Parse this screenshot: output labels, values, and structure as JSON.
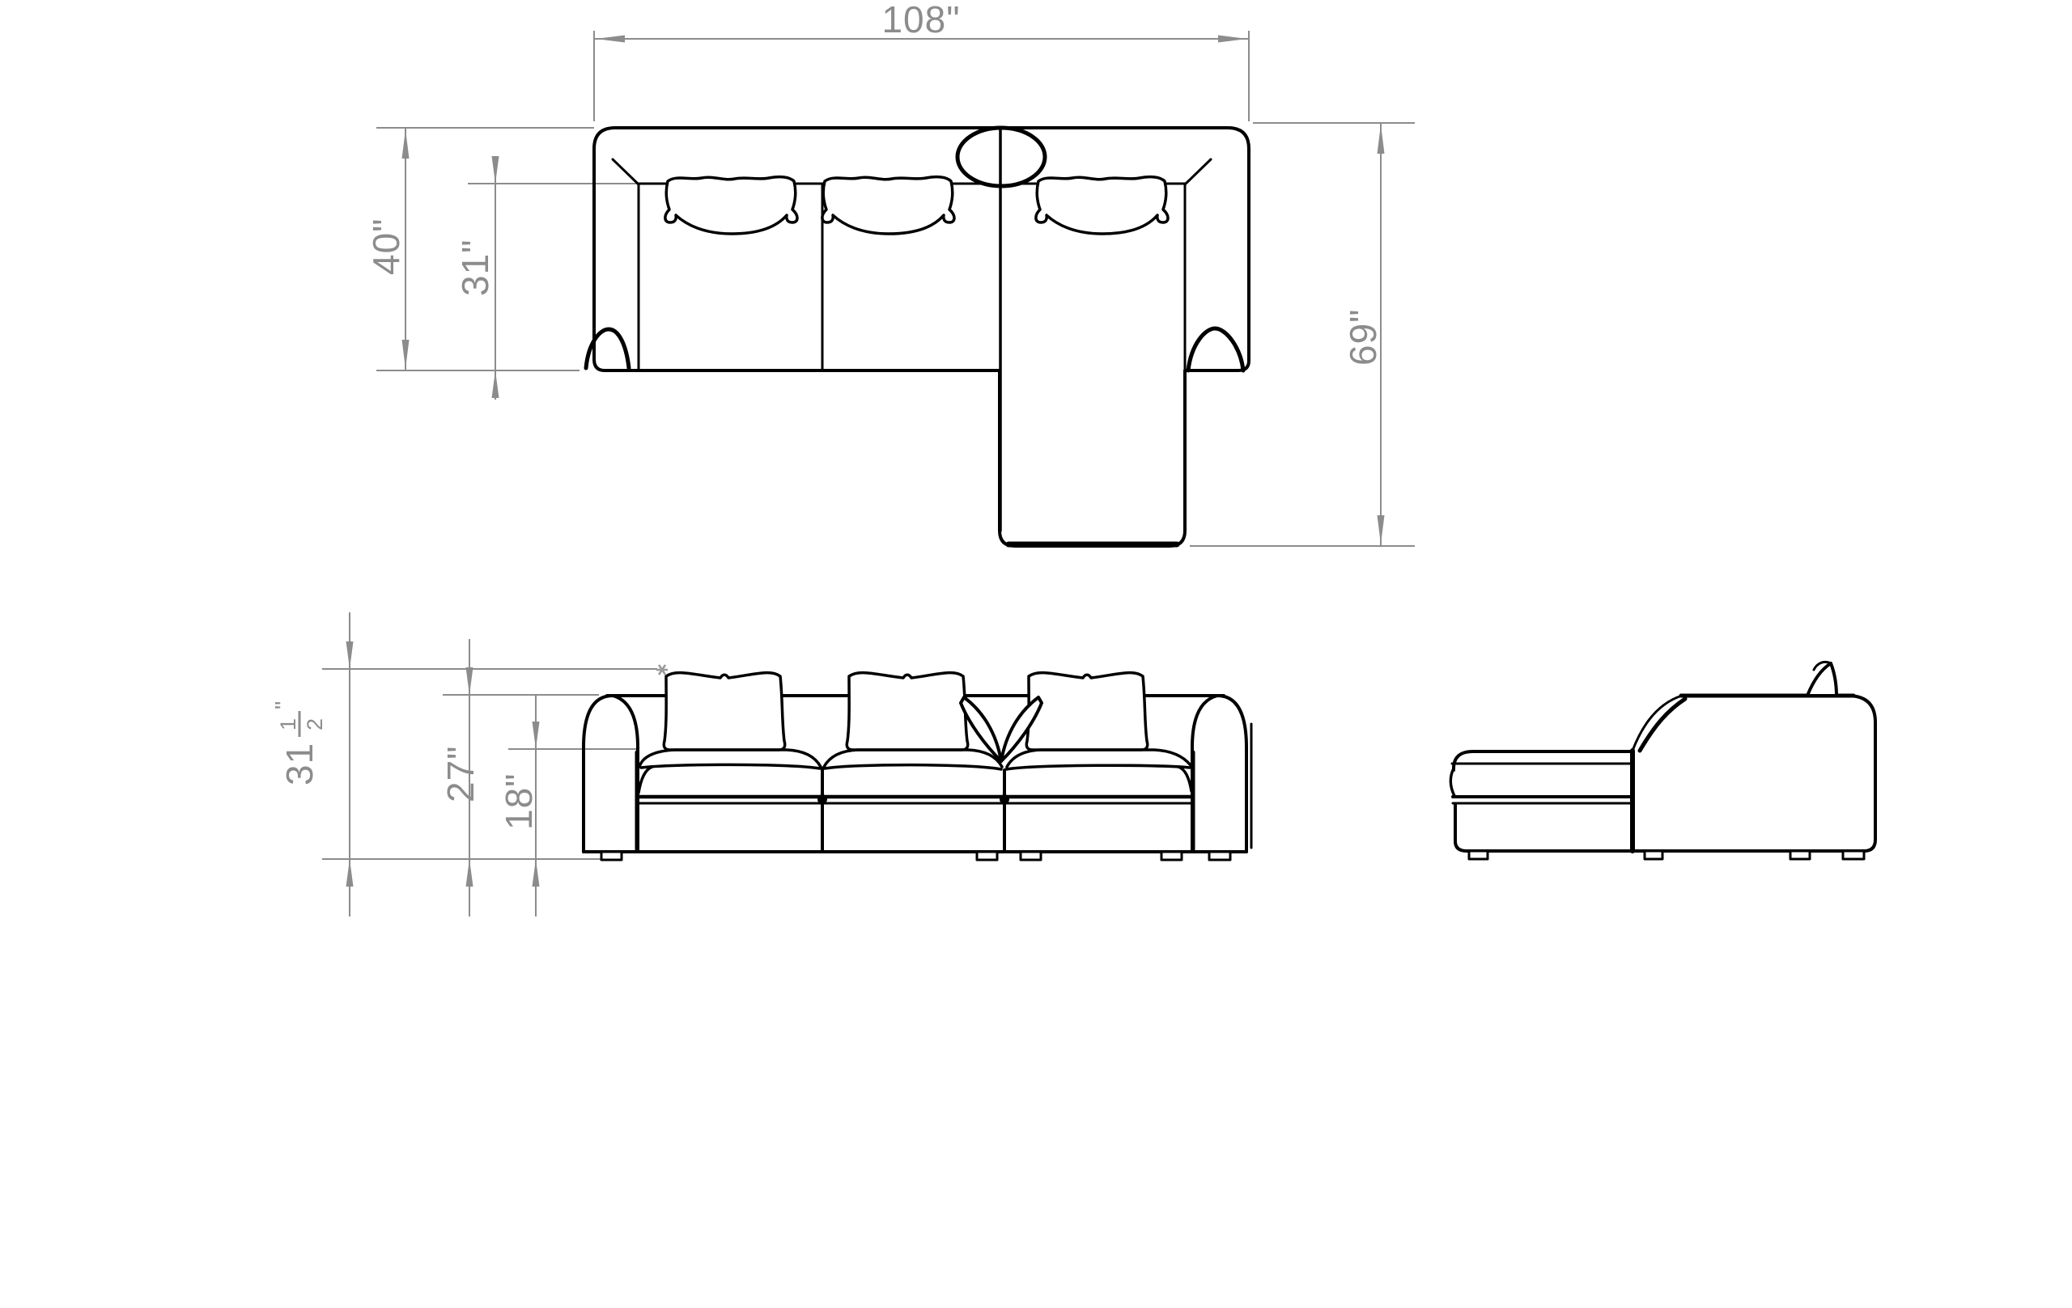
{
  "drawing": {
    "type": "furniture-dimension-drawing",
    "subject": "three-seat sectional sofa with chaise",
    "units": "inches",
    "colors": {
      "outline": "#000000",
      "dimension": "#8c8c8c",
      "background": "#ffffff"
    },
    "views": {
      "top": {
        "name": "plan view",
        "dims": {
          "overall_width": {
            "text": "108\"",
            "inches": 108
          },
          "overall_depth": {
            "text": "40\"",
            "inches": 40
          },
          "seat_depth": {
            "text": "31\"",
            "inches": 31
          },
          "chaise_length": {
            "text": "69\"",
            "inches": 69
          }
        }
      },
      "front": {
        "name": "front elevation",
        "dims": {
          "overall_height": {
            "whole": "31",
            "numerator": "1",
            "denominator": "2",
            "unit": "\"",
            "inches": 31.5
          },
          "arm_height": {
            "text": "27\"",
            "inches": 27
          },
          "seat_height": {
            "text": "18\"",
            "inches": 18
          }
        }
      },
      "side": {
        "name": "side elevation"
      }
    }
  }
}
